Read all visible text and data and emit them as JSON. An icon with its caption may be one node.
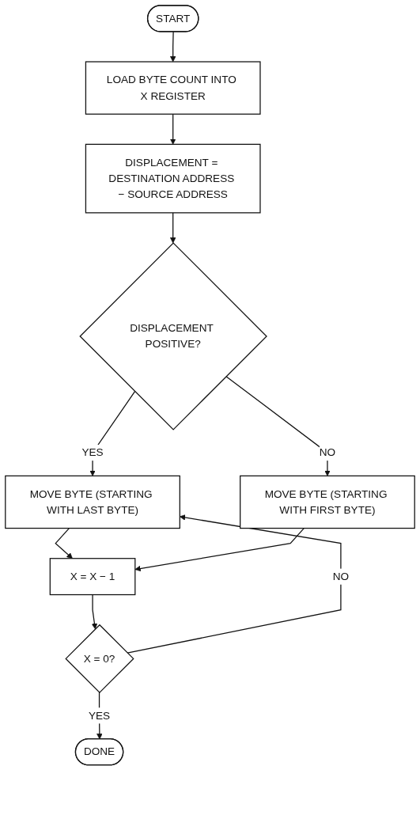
{
  "diagram": {
    "nodes": [
      {
        "text": [
          "START"
        ]
      },
      {
        "text": [
          "LOAD BYTE COUNT INTO X REGISTER"
        ]
      },
      {
        "text": [
          "DISPLACEMENT = DESTINATION ADDRESS − SOURCE ADDRESS"
        ]
      },
      {
        "text": [
          "DISPLACEMENT POSITIVE?"
        ]
      },
      {
        "text": [
          "MOVE BYTE (STARTING WITH LAST BYTE)"
        ]
      },
      {
        "text": [
          "MOVE BYTE (STARTING WITH FIRST BYTE)"
        ]
      },
      {
        "text": [
          "X = X − 1"
        ]
      },
      {
        "text": [
          "X = 0?"
        ]
      },
      {
        "text": [
          "DONE"
        ]
      }
    ],
    "edges": [
      {
        "from": 0,
        "to": 1,
        "arrow": "to"
      },
      {
        "from": 1,
        "to": 2,
        "arrow": "to"
      },
      {
        "from": 2,
        "to": 3,
        "arrow": "to"
      },
      {
        "from": 3,
        "to": 4,
        "label": "YES",
        "arrow": "to"
      },
      {
        "from": 3,
        "to": 5,
        "label": "NO",
        "arrow": "to"
      },
      {
        "from": 4,
        "to": 6,
        "arrow": "to"
      },
      {
        "from": 5,
        "to": 6,
        "arrow": "to"
      },
      {
        "from": 6,
        "to": 7,
        "arrow": "to"
      },
      {
        "from": 7,
        "to": 4,
        "label": "NO",
        "arrow": "to"
      },
      {
        "from": 7,
        "to": 8,
        "label": "YES",
        "arrow": "to"
      }
    ]
  }
}
